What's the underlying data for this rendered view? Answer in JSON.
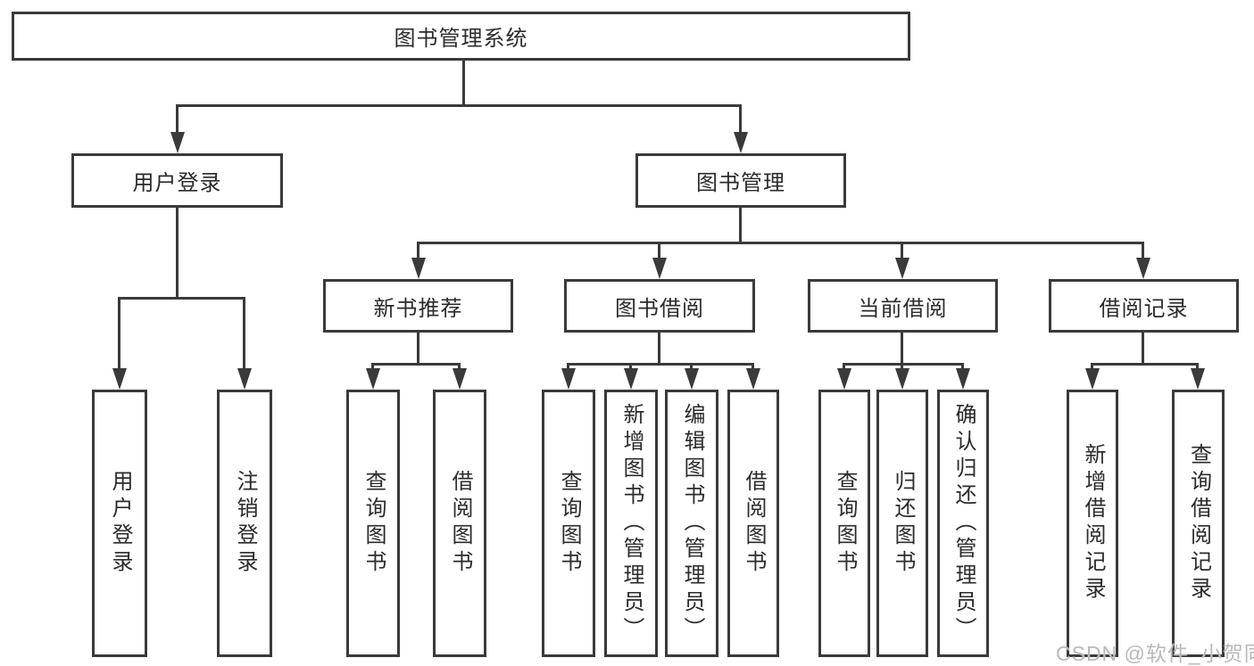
{
  "colors": {
    "line": "#3a3a3a",
    "text": "#2b2b2b",
    "watermark": "#b9b9b9",
    "background": "#ffffff"
  },
  "watermark": {
    "text": "CSDN @软件_小贺同学"
  },
  "diagram": {
    "type": "hierarchy-tree",
    "root": {
      "label": "图书管理系统"
    },
    "branches": {
      "user_login": {
        "label": "用户登录",
        "children": {
          "login": {
            "label": "用户登录"
          },
          "logout": {
            "label": "注销登录"
          }
        }
      },
      "book_mgmt": {
        "label": "图书管理",
        "sections": {
          "new_book_rec": {
            "label": "新书推荐",
            "children": {
              "query_books": {
                "label": "查询图书"
              },
              "borrow_books": {
                "label": "借阅图书"
              }
            }
          },
          "book_borrow": {
            "label": "图书借阅",
            "children": {
              "query_books": {
                "label": "查询图书"
              },
              "add_books": {
                "label": "新增图书（管理员）"
              },
              "edit_books": {
                "label": "编辑图书（管理员）"
              },
              "borrow_books": {
                "label": "借阅图书"
              }
            }
          },
          "current_borrow": {
            "label": "当前借阅",
            "children": {
              "query_books": {
                "label": "查询图书"
              },
              "return_books": {
                "label": "归还图书"
              },
              "confirm_return": {
                "label": "确认归还（管理员）"
              }
            }
          },
          "borrow_records": {
            "label": "借阅记录",
            "children": {
              "add_record": {
                "label": "新增借阅记录"
              },
              "query_record": {
                "label": "查询借阅记录"
              }
            }
          }
        }
      }
    }
  }
}
